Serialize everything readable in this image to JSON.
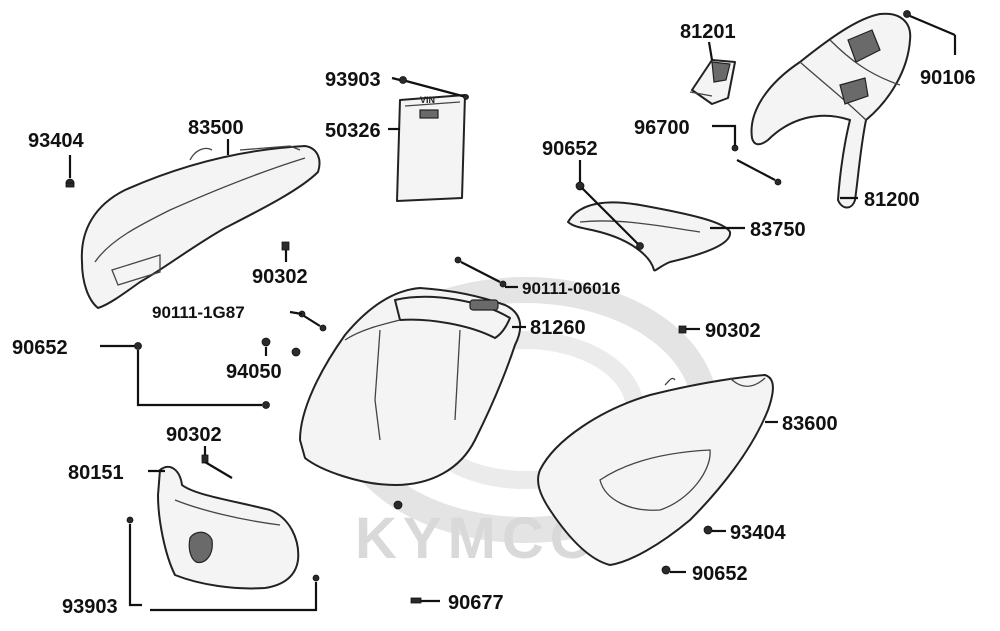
{
  "watermark": {
    "text": "KYMCO",
    "color": "#d9d9d9"
  },
  "parts": [
    {
      "id": "p81201",
      "label": "81201",
      "name": "rack-bracket"
    },
    {
      "id": "p90106",
      "label": "90106",
      "name": "bolt"
    },
    {
      "id": "p93903a",
      "label": "93903",
      "name": "screw"
    },
    {
      "id": "p50326",
      "label": "50326",
      "name": "vin-plate"
    },
    {
      "id": "p93404a",
      "label": "93404",
      "name": "clip"
    },
    {
      "id": "p83500",
      "label": "83500",
      "name": "left-body-cover"
    },
    {
      "id": "p96700",
      "label": "96700",
      "name": "bolt"
    },
    {
      "id": "p90652a",
      "label": "90652",
      "name": "screw"
    },
    {
      "id": "p81200",
      "label": "81200",
      "name": "rear-carrier"
    },
    {
      "id": "p83750",
      "label": "83750",
      "name": "rear-center-cover"
    },
    {
      "id": "p90302a",
      "label": "90302",
      "name": "nut"
    },
    {
      "id": "p90111b",
      "label": "90111-06016",
      "name": "bolt"
    },
    {
      "id": "p90111a",
      "label": "90111-1G87",
      "name": "bolt"
    },
    {
      "id": "p81260",
      "label": "81260",
      "name": "helmet-box"
    },
    {
      "id": "p90302b",
      "label": "90302",
      "name": "nut"
    },
    {
      "id": "p90652b",
      "label": "90652",
      "name": "screw"
    },
    {
      "id": "p94050",
      "label": "94050",
      "name": "nut"
    },
    {
      "id": "p83600",
      "label": "83600",
      "name": "right-body-cover"
    },
    {
      "id": "p90302c",
      "label": "90302",
      "name": "nut"
    },
    {
      "id": "p80151",
      "label": "80151",
      "name": "rear-fender"
    },
    {
      "id": "p93404b",
      "label": "93404",
      "name": "clip"
    },
    {
      "id": "p90652c",
      "label": "90652",
      "name": "screw"
    },
    {
      "id": "p93903b",
      "label": "93903",
      "name": "screw"
    },
    {
      "id": "p90677",
      "label": "90677",
      "name": "clip"
    }
  ],
  "vin_plate_text": "VIN"
}
